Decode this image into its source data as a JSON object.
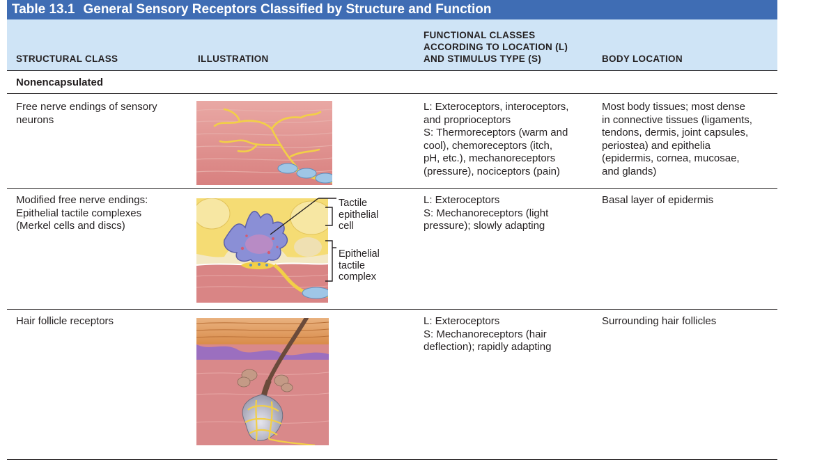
{
  "table": {
    "number": "Table 13.1",
    "title": "General Sensory Receptors Classified by Structure and Function",
    "columns": {
      "structural": "STRUCTURAL CLASS",
      "illustration": "ILLUSTRATION",
      "functional": [
        "FUNCTIONAL CLASSES",
        "ACCORDING TO LOCATION (L)",
        "AND STIMULUS TYPE (S)"
      ],
      "body_location": "BODY LOCATION"
    },
    "group_label": "Nonencapsulated",
    "rows": [
      {
        "structural": [
          "Free nerve endings of sensory",
          "neurons"
        ],
        "functional": [
          "L: Exteroceptors, interoceptors,",
          "and proprioceptors",
          "S: Thermoreceptors (warm and",
          "cool), chemoreceptors (itch,",
          "pH, etc.), mechanoreceptors",
          "(pressure), nociceptors (pain)"
        ],
        "body_location": [
          "Most body tissues; most dense",
          "in connective tissues (ligaments,",
          "tendons, dermis, joint capsules,",
          "periostea) and epithelia",
          "(epidermis, cornea, mucosae,",
          "and glands)"
        ]
      },
      {
        "structural": [
          "Modified free nerve endings:",
          "Epithelial tactile complexes",
          "(Merkel cells and discs)"
        ],
        "callouts": {
          "cell": [
            "Tactile",
            "epithelial",
            "cell"
          ],
          "complex": [
            "Epithelial",
            "tactile",
            "complex"
          ]
        },
        "functional": [
          "L: Exteroceptors",
          "S: Mechanoreceptors (light",
          "pressure); slowly adapting"
        ],
        "body_location": [
          "Basal layer of epidermis"
        ]
      },
      {
        "structural": [
          "Hair follicle receptors"
        ],
        "functional": [
          "L: Exteroceptors",
          "S: Mechanoreceptors (hair",
          "deflection); rapidly adapting"
        ],
        "body_location": [
          "Surrounding hair follicles"
        ]
      }
    ]
  },
  "colors": {
    "title_bar": "#3f6db4",
    "header_band": "#cfe4f6",
    "nerve": "#f2d14a",
    "tissue": "#d88a88"
  }
}
